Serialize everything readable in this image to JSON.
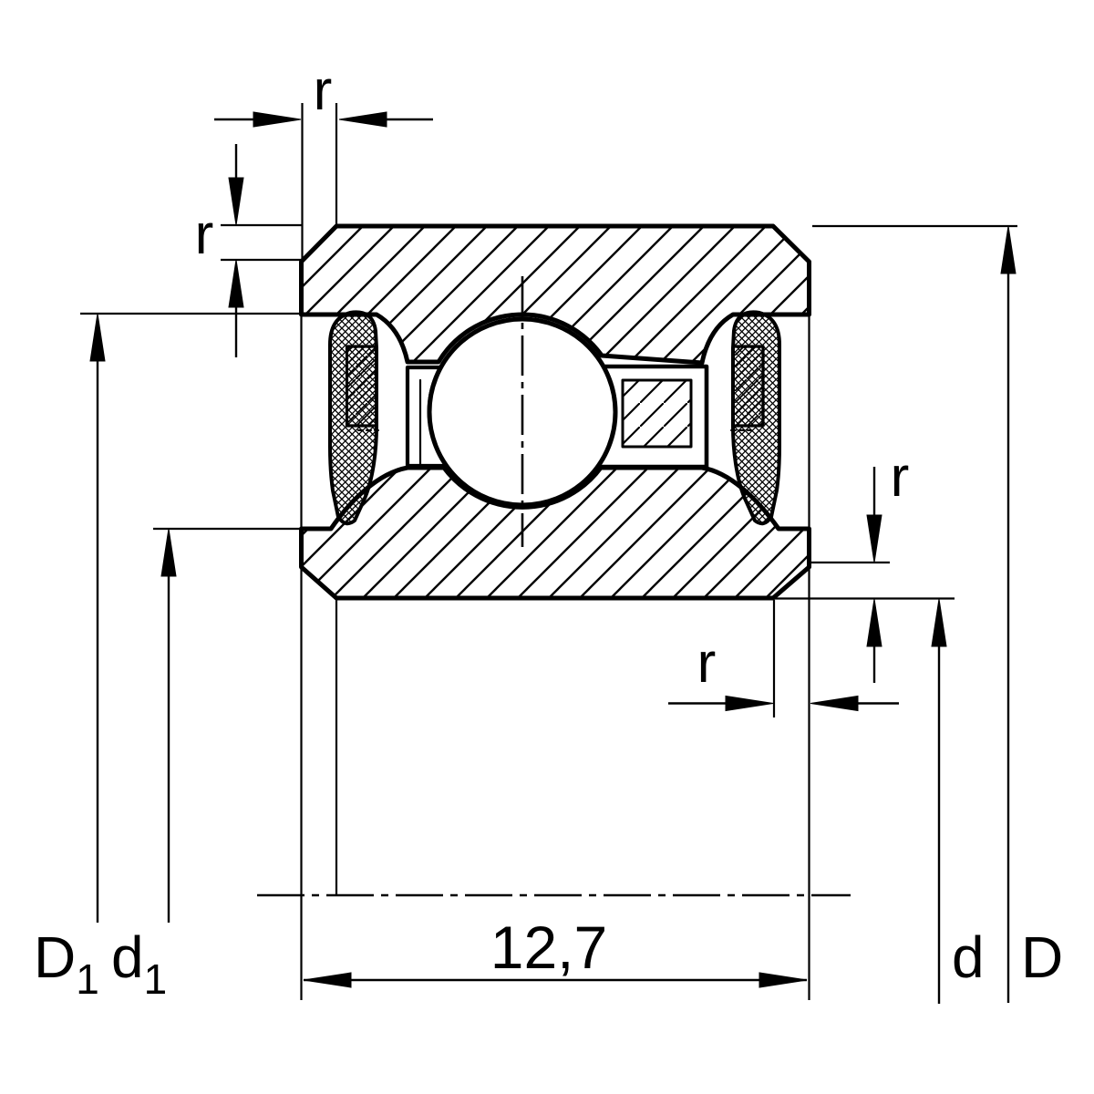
{
  "title": "Sealed deep groove ball bearing cross-section drawing",
  "colors": {
    "ink": "#000000",
    "paper": "#ffffff"
  },
  "labels": {
    "chamfer_top": "r",
    "chamfer_left": "r",
    "chamfer_right_vertical": "r",
    "chamfer_right_horizontal": "r",
    "width_value": "12,7",
    "recess_outer_main": "D",
    "recess_outer_sub": "1",
    "recess_inner_main": "d",
    "recess_inner_sub": "1",
    "bore_diameter": "d",
    "outside_diameter": "D"
  }
}
